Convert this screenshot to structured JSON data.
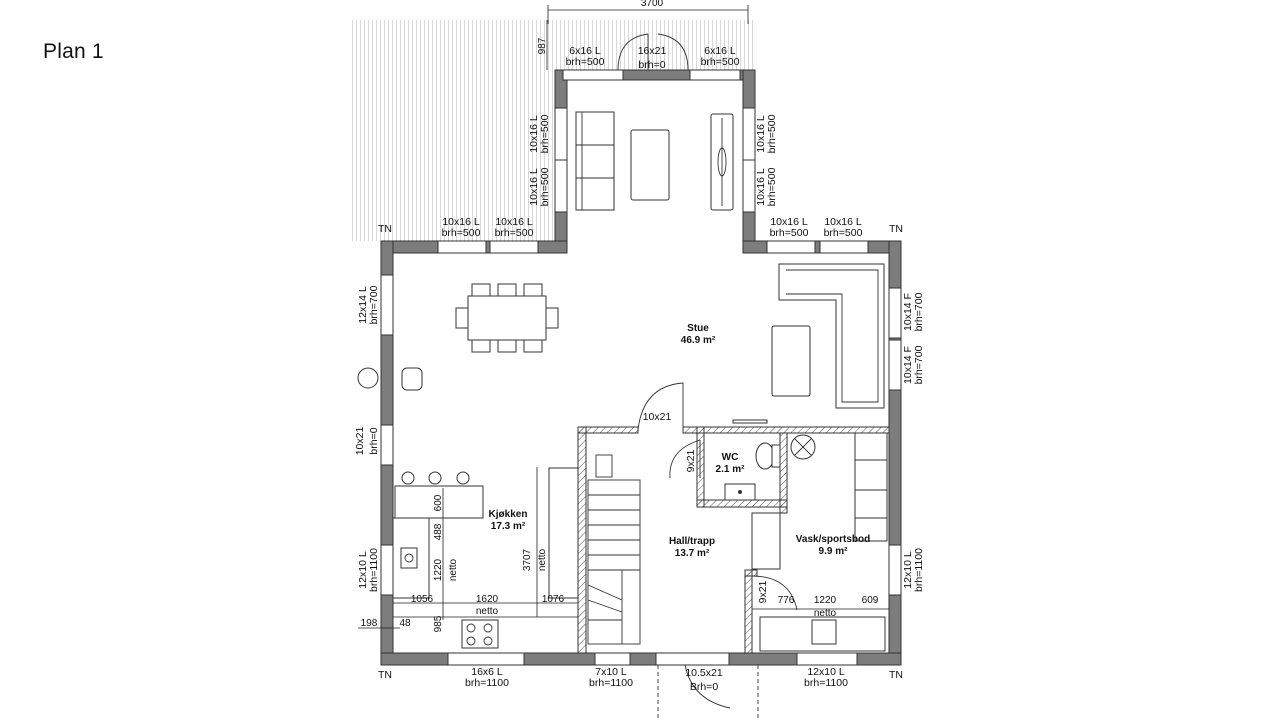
{
  "slide": {
    "title": "Plan 1"
  },
  "rooms": {
    "stue": {
      "name": "Stue",
      "area": "46.9 m²"
    },
    "kjokken": {
      "name": "Kjøkken",
      "area": "17.3 m²"
    },
    "hall": {
      "name": "Hall/trapp",
      "area": "13.7 m²"
    },
    "wc": {
      "name": "WC",
      "area": "2.1 m²"
    },
    "vask": {
      "name": "Vask/sportsbod",
      "area": "9.9 m²"
    }
  },
  "windows": {
    "top_left": {
      "size": "6x16 L",
      "brh": "brh=500"
    },
    "top_door": {
      "size": "16x21",
      "brh": "brh=0"
    },
    "top_right": {
      "size": "6x16 L",
      "brh": "brh=500"
    },
    "bay_left_1": {
      "size": "10x16 L",
      "brh": "brh=500"
    },
    "bay_left_2": {
      "size": "10x16 L",
      "brh": "brh=500"
    },
    "bay_right_1": {
      "size": "10x16 L",
      "brh": "brh=500"
    },
    "bay_right_2": {
      "size": "10x16 L",
      "brh": "brh=500"
    },
    "mid_left_1": {
      "size": "10x16 L",
      "brh": "brh=500"
    },
    "mid_left_2": {
      "size": "10x16 L",
      "brh": "brh=500"
    },
    "mid_right_1": {
      "size": "10x16 L",
      "brh": "brh=500"
    },
    "mid_right_2": {
      "size": "10x16 L",
      "brh": "brh=500"
    },
    "west_1": {
      "size": "12x14 L",
      "brh": "brh=700"
    },
    "west_door": {
      "size": "10x21",
      "brh": "brh=0"
    },
    "west_2": {
      "size": "12x10 L",
      "brh": "brh=1100"
    },
    "east_1": {
      "size": "10x14 F",
      "brh": "brh=700"
    },
    "east_2": {
      "size": "10x14 F",
      "brh": "brh=700"
    },
    "east_3": {
      "size": "12x10 L",
      "brh": "brh=1100"
    },
    "south_1": {
      "size": "16x6 L",
      "brh": "brh=1100"
    },
    "south_2": {
      "size": "7x10 L",
      "brh": "brh=1100"
    },
    "south_door": {
      "size": "10.5x21",
      "brh": "Brh=0"
    },
    "south_3": {
      "size": "12x10 L",
      "brh": "brh=1100"
    }
  },
  "doors": {
    "stue_hall": "10x21",
    "wc": "9x21",
    "vask": "9x21"
  },
  "dimensions": {
    "top_width": "3700",
    "bay_depth": "987",
    "counter_600": "600",
    "counter_488": "488",
    "counter_1220": "1220",
    "netto": "netto",
    "v_3707": "3707",
    "h_1056": "1056",
    "h_1620": "1620",
    "h_1076": "1076",
    "v_985": "985",
    "h_198": "198",
    "h_48": "48",
    "h_776": "776",
    "h_1220b": "1220",
    "h_609": "609"
  },
  "markers": {
    "tn": "TN"
  }
}
